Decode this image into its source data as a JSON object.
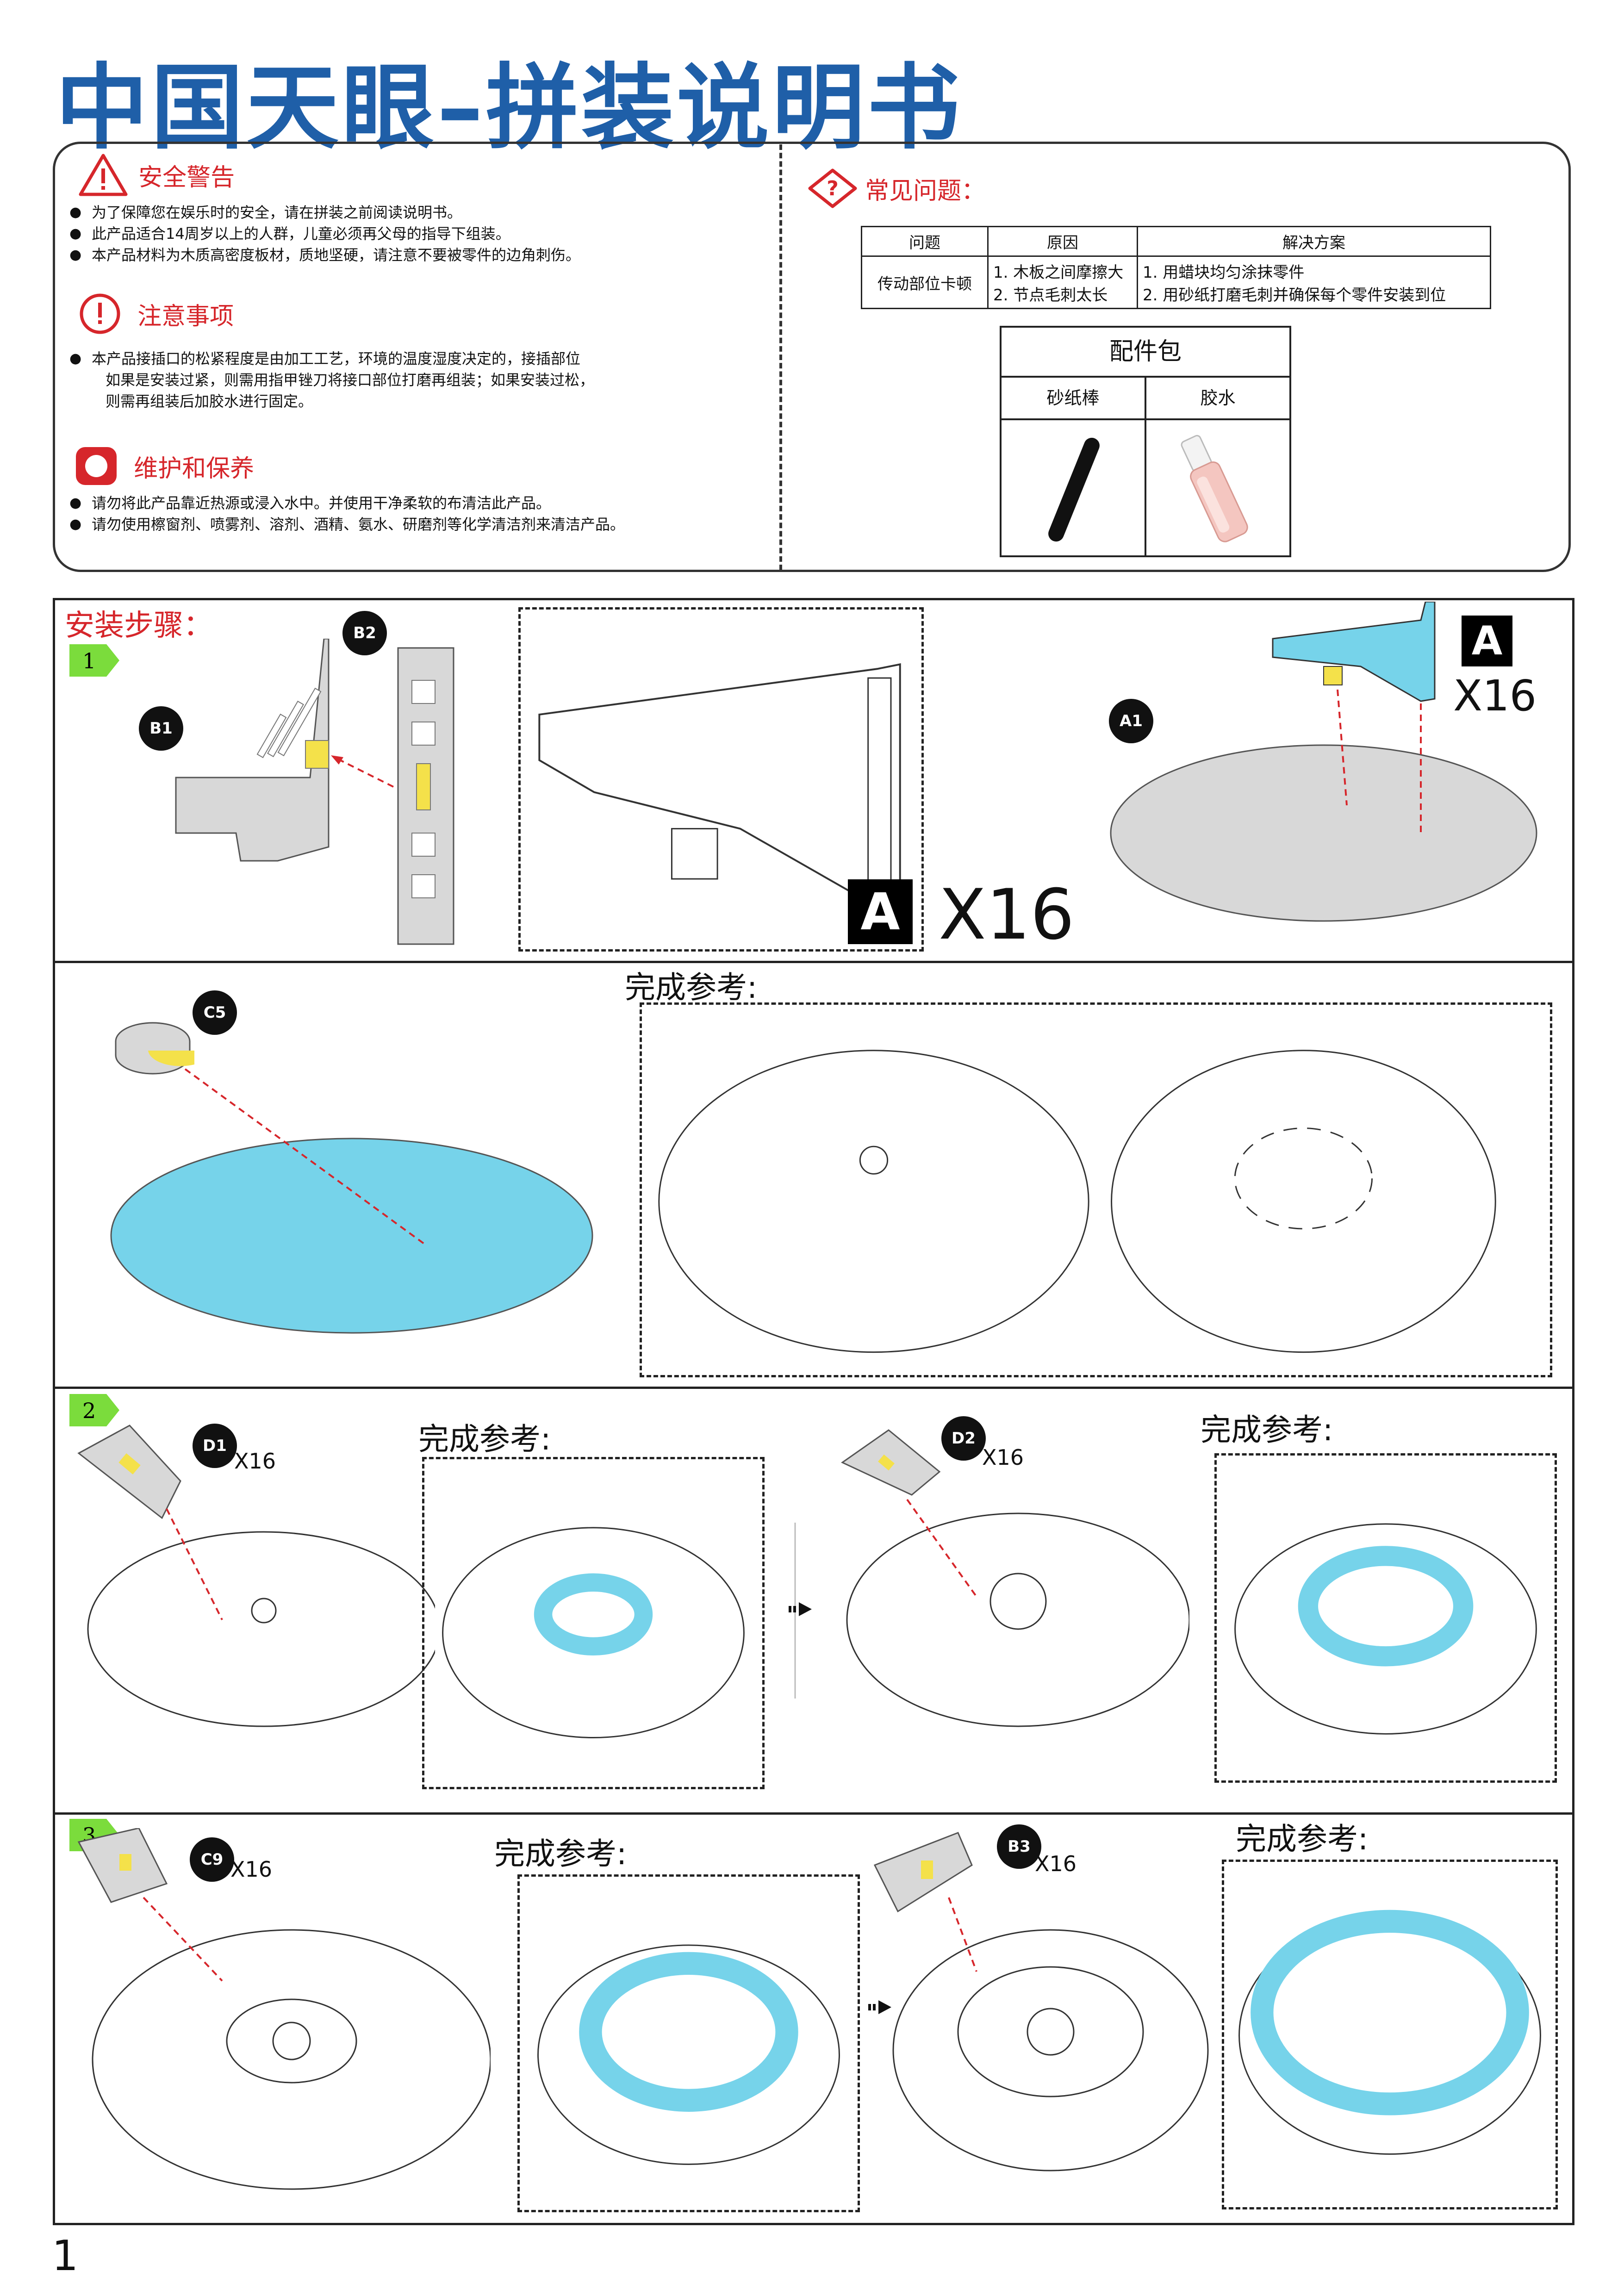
{
  "title": "中国天眼–拼装说明书",
  "safety": {
    "heading": "安全警告",
    "items": [
      "为了保障您在娱乐时的安全，请在拼装之前阅读说明书。",
      "此产品适合14周岁以上的人群，儿童必须再父母的指导下组装。",
      "本产品材料为木质高密度板材，质地坚硬，请注意不要被零件的边角刺伤。"
    ]
  },
  "notice": {
    "heading": "注意事项",
    "lines": [
      "本产品接插口的松紧程度是由加工工艺，环境的温度湿度决定的，接插部位",
      "如果是安装过紧，则需用指甲锉刀将接口部位打磨再组装；如果安装过松，",
      "则需再组装后加胶水进行固定。"
    ]
  },
  "maintenance": {
    "heading": "维护和保养",
    "items": [
      "请勿将此产品靠近热源或浸入水中。并使用干净柔软的布清洁此产品。",
      "请勿使用檫窗剂、喷雾剂、溶剂、酒精、氨水、研磨剂等化学清洁剂来清洁产品。"
    ]
  },
  "faq": {
    "heading": "常见问题：",
    "headers": [
      "问题",
      "原因",
      "解决方案"
    ],
    "row": {
      "problem": "传动部位卡顿",
      "causes": [
        "1. 木板之间摩擦大",
        "2. 节点毛刺太长"
      ],
      "solutions": [
        "1. 用蜡块均匀涂抹零件",
        "2. 用砂纸打磨毛刺并确保每个零件安装到位"
      ]
    }
  },
  "accessories": {
    "heading": "配件包",
    "items": [
      "砂纸棒",
      "胶水"
    ]
  },
  "steps": {
    "heading": "安装步骤：",
    "numbers": [
      "1",
      "2",
      "3"
    ],
    "done_ref": "完成参考:",
    "letter": "A",
    "count16": "X16",
    "labels": [
      "B2",
      "B1",
      "A1",
      "C5",
      "D1",
      "D2",
      "C9",
      "B3"
    ]
  },
  "colors": {
    "title_blue": "#1f5fa8",
    "warning_red": "#d6262b",
    "part_blue": "#76d3ea",
    "part_yellow": "#f4e14a",
    "badge_green": "#7bdc3c"
  },
  "page_number": "1"
}
